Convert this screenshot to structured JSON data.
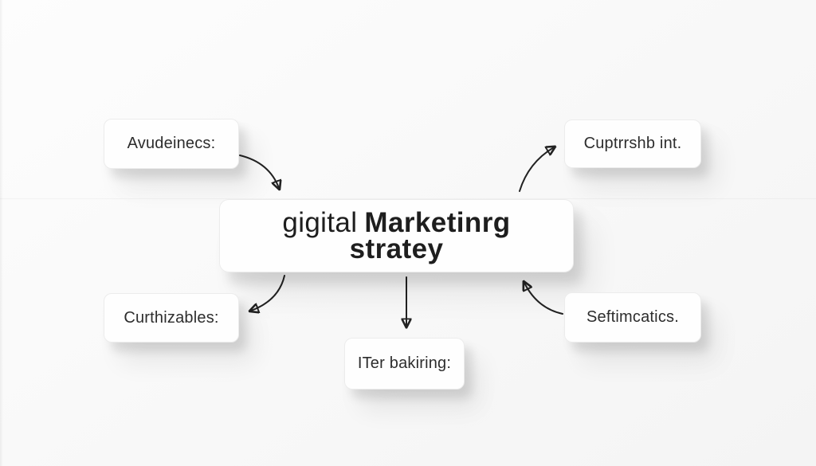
{
  "diagram": {
    "type": "mindmap",
    "center_node": {
      "line1_light": "gigital",
      "line1_bold": "Marketinrg",
      "line2_bold": "stratey"
    },
    "nodes": {
      "top_left": {
        "label": "Avudeinecs:"
      },
      "top_right": {
        "label": "Cuptrrshb int."
      },
      "bottom_left": {
        "label": "Curthizables:"
      },
      "bottom_center": {
        "label": "ITer bakiring:"
      },
      "bottom_right": {
        "label": "Seftimcatics."
      }
    },
    "connections": [
      {
        "from": "top_left",
        "to": "center",
        "arrowhead_at": "center"
      },
      {
        "from": "center",
        "to": "top_right",
        "arrowhead_at": "top_right"
      },
      {
        "from": "center",
        "to": "bottom_left",
        "arrowhead_at": "bottom_left"
      },
      {
        "from": "center",
        "to": "bottom_center",
        "arrowhead_at": "bottom_center"
      },
      {
        "from": "bottom_right",
        "to": "center",
        "arrowhead_at": "center"
      }
    ],
    "colors": {
      "background": "#fafafa",
      "node_background": "#fefefe",
      "node_border": "#ececec",
      "text": "#2d2d2d",
      "arrow": "#222222"
    }
  }
}
